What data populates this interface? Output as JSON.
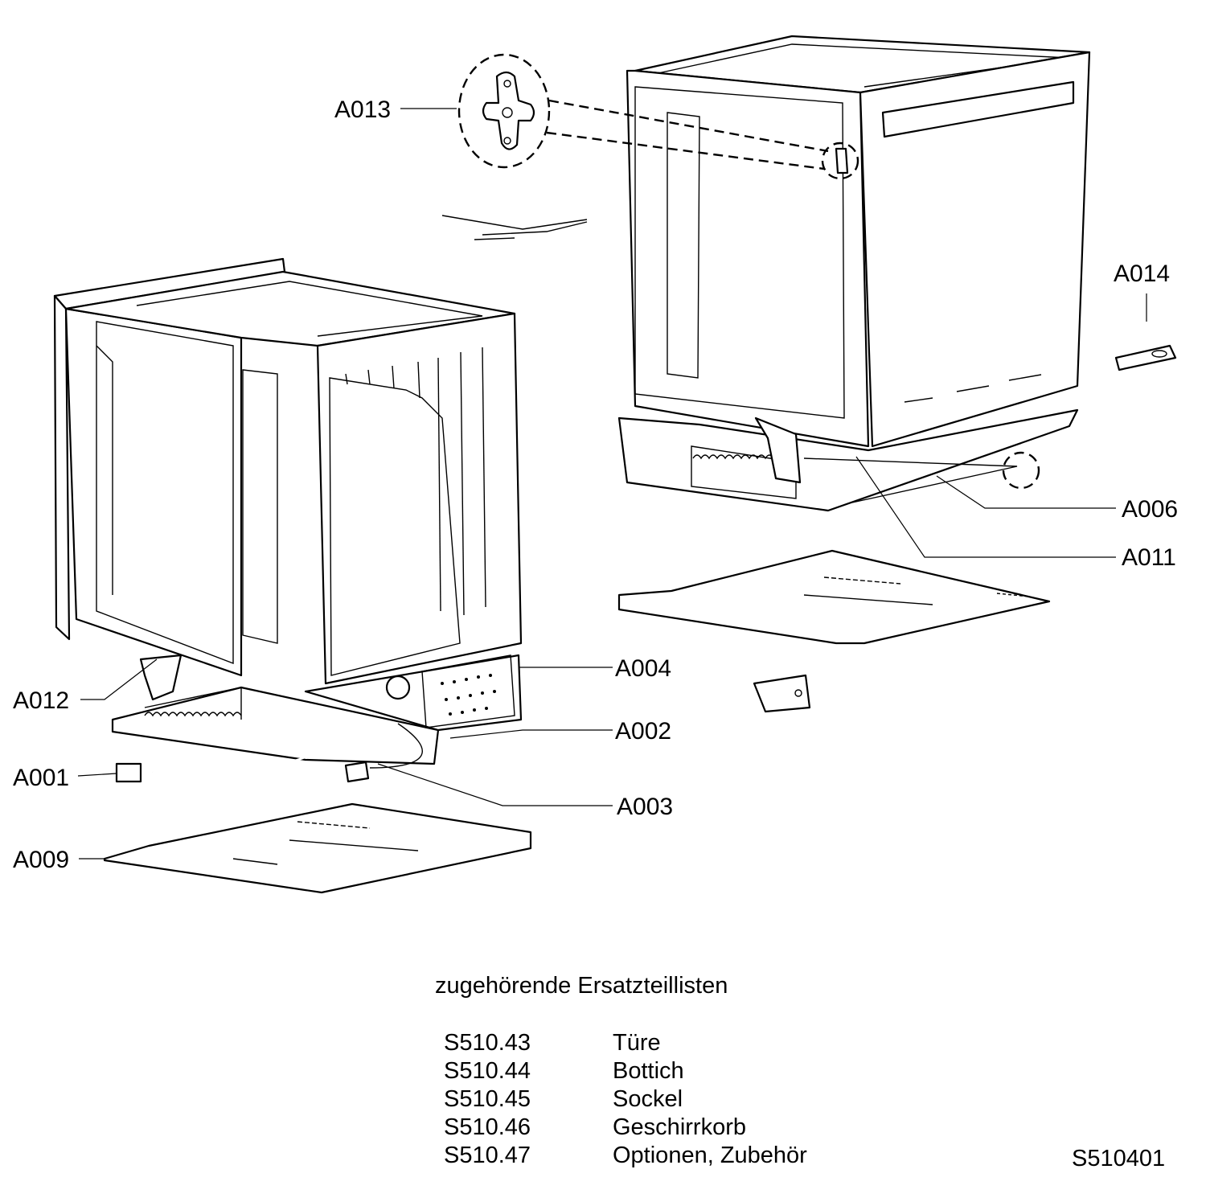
{
  "callouts": {
    "A001": "A001",
    "A002": "A002",
    "A003": "A003",
    "A004": "A004",
    "A006": "A006",
    "A009": "A009",
    "A011": "A011",
    "A012": "A012",
    "A013": "A013",
    "A014": "A014"
  },
  "references": {
    "heading": "zugehörende Ersatzteillisten",
    "items": [
      {
        "code": "S510.43",
        "description": "Türe"
      },
      {
        "code": "S510.44",
        "description": "Bottich"
      },
      {
        "code": "S510.45",
        "description": "Sockel"
      },
      {
        "code": "S510.46",
        "description": "Geschirrkorb"
      },
      {
        "code": "S510.47",
        "description": "Optionen, Zubehör"
      }
    ]
  },
  "drawing_number": "S510401"
}
